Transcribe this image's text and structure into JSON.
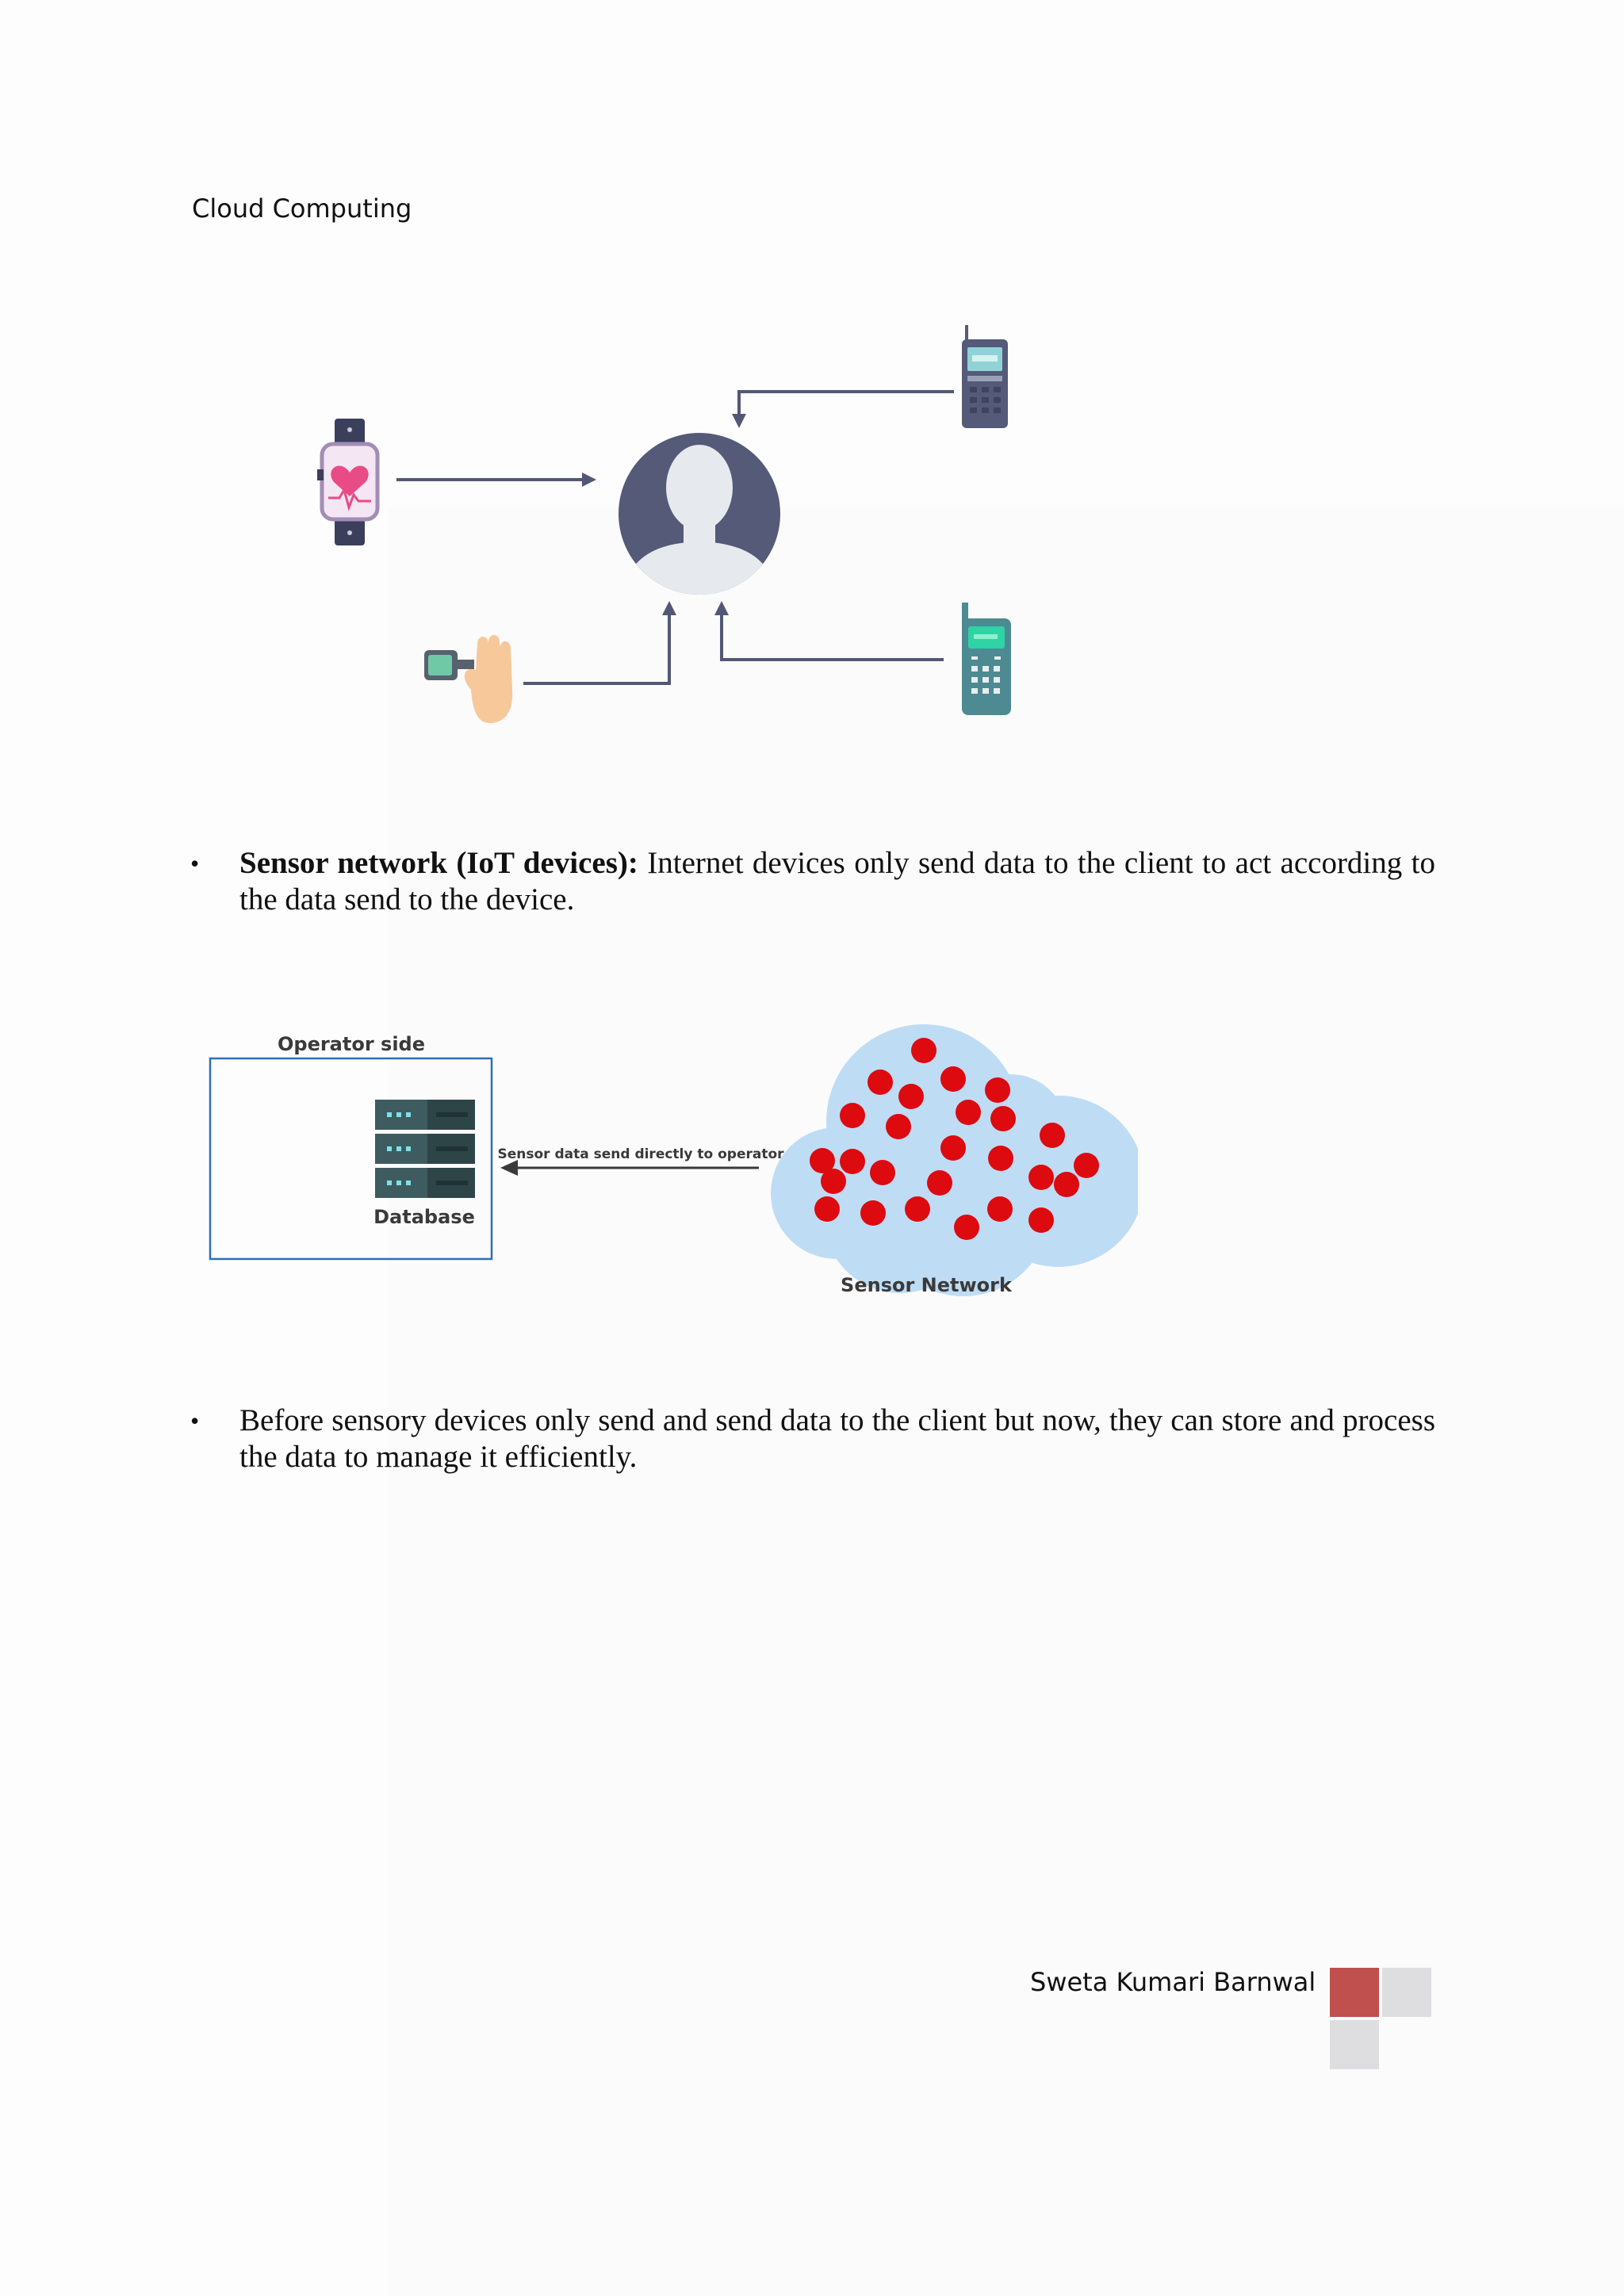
{
  "header": {
    "title": "Cloud Computing"
  },
  "figure1": {
    "icons": [
      "smartwatch-heart-icon",
      "user-avatar-icon",
      "feature-phone-icon",
      "mobile-phone-icon",
      "finger-sensor-icon"
    ]
  },
  "bullets": [
    {
      "bold": "Sensor network (IoT devices):",
      "text": " Internet devices only send data to the client to act according to the data send to the device."
    },
    {
      "bold": "",
      "text": "Before sensory devices only send and send data to the client but now, they can store and process the data to manage it efficiently."
    }
  ],
  "figure2": {
    "operator_label": "Operator side",
    "database_label": "Database",
    "arrow_label": "Sensor data send directly to operator",
    "network_label": "Sensor Network",
    "colors": {
      "box_border": "#2e6fb5",
      "cloud": "#bfdcf5",
      "dots": "#dd0a0f"
    }
  },
  "footer": {
    "author": "Sweta Kumari Barnwal",
    "colors": [
      "#c0504d",
      "#dedde0"
    ]
  }
}
